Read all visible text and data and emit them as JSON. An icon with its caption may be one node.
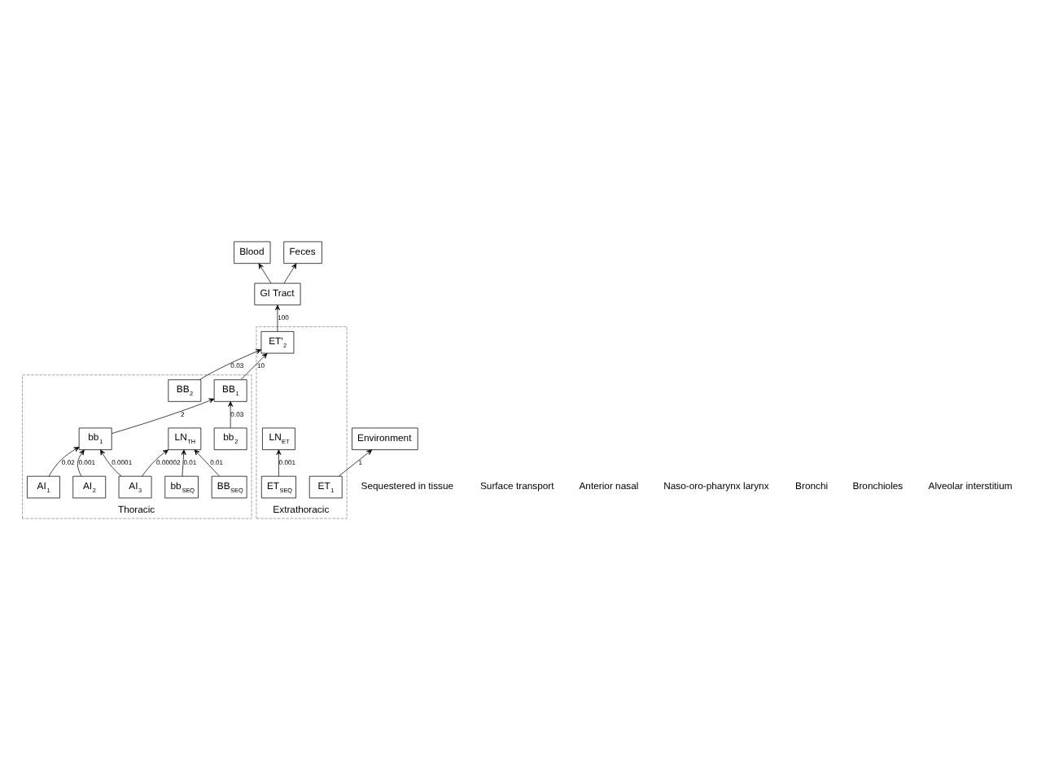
{
  "diagram": {
    "nodes": [
      {
        "text": [
          "Extrathoracic"
        ]
      },
      {
        "text": [
          "LN$_{ET}$"
        ],
        "in": 0
      },
      {
        "text": [
          "ET$_{SEQ}$"
        ],
        "in": 0
      },
      {
        "text": [
          "ET$_{1}$"
        ],
        "in": 0
      },
      {
        "text": [
          "ET'$_{2}$"
        ],
        "in": 0
      },
      {
        "text": [
          "Environment"
        ]
      },
      {
        "text": [
          "GI Tract"
        ]
      },
      {
        "text": [
          "Blood"
        ]
      },
      {
        "text": [
          "Feces"
        ]
      },
      {
        "text": [
          "Thoracic"
        ]
      },
      {
        "text": [
          "LN$_{TH}$"
        ],
        "in": 9
      },
      {
        "text": [
          "BB$_{SEQ}$"
        ],
        "in": 9
      },
      {
        "text": [
          "bb$_{SEQ}$"
        ],
        "in": 9
      },
      {
        "text": [
          "BB$_{2}$"
        ],
        "in": 9
      },
      {
        "text": [
          "BB$_{1}$"
        ],
        "in": 9
      },
      {
        "text": [
          "bb$_{2}$"
        ],
        "in": 9
      },
      {
        "text": [
          "bb$_{1}$"
        ],
        "in": 9
      },
      {
        "text": [
          "AI$_{3}$"
        ],
        "in": 9
      },
      {
        "text": [
          "AI$_{2}$"
        ],
        "in": 9
      },
      {
        "text": [
          "AI$_{1}$"
        ],
        "in": 9
      }
    ],
    "edges": [
      {
        "from": 2,
        "to": 1,
        "arrow": "to",
        "label": "0.001"
      },
      {
        "from": 3,
        "to": 5,
        "arrow": "to",
        "label": "1"
      },
      {
        "from": 4,
        "to": 6,
        "arrow": "to",
        "label": "100"
      },
      {
        "from": 6,
        "to": 7,
        "arrow": "to"
      },
      {
        "from": 6,
        "to": 8,
        "arrow": "to"
      },
      {
        "from": 13,
        "to": 4,
        "arrow": "to",
        "label": "0.03"
      },
      {
        "from": 14,
        "to": 4,
        "arrow": "to",
        "label": "10"
      },
      {
        "from": 15,
        "to": 14,
        "arrow": "to",
        "label": "0.03"
      },
      {
        "from": 16,
        "to": 14,
        "arrow": "to",
        "label": "2"
      },
      {
        "from": 17,
        "to": 16,
        "arrow": "to",
        "label": "0.0001"
      },
      {
        "from": 18,
        "to": 16,
        "arrow": "to",
        "label": "0.001"
      },
      {
        "from": 19,
        "to": 16,
        "arrow": "to",
        "label": "0.02"
      },
      {
        "from": 17,
        "to": 10,
        "arrow": "to",
        "label": "0.00002"
      },
      {
        "from": 11,
        "to": 10,
        "arrow": "to",
        "label": "0.01"
      },
      {
        "from": 12,
        "to": 10,
        "arrow": "to",
        "label": "0.01"
      }
    ],
    "labels": [
      "Sequestered in tissue",
      "Surface transport",
      "Anterior nasal",
      "Naso-oro-pharynx larynx",
      "Bronchi",
      "Bronchioles",
      "Alveolar interstitium"
    ]
  }
}
